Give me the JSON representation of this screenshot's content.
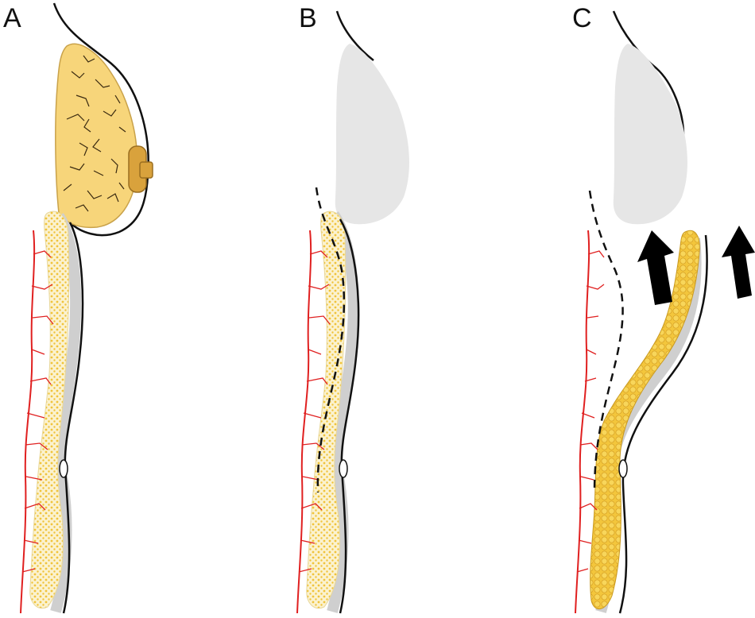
{
  "panels": [
    {
      "id": "A",
      "label": "A"
    },
    {
      "id": "B",
      "label": "B"
    },
    {
      "id": "C",
      "label": "C"
    }
  ],
  "colors": {
    "outline": "#111111",
    "skin_shadow": "#cfcfcf",
    "breast_tissue": "#f7d57a",
    "breast_tissue_edge": "#c9a24a",
    "nipple_areola": "#d9a23c",
    "removed_breast": "#e6e6e6",
    "vessels": "#e02020",
    "fat_dots": "#f0c33a",
    "fat_fill": "#fbf2cf",
    "arrow": "#000000"
  },
  "icons": {
    "arrow_up_left": "arrow-up-left-icon",
    "arrow_up_right": "arrow-up-right-icon"
  }
}
